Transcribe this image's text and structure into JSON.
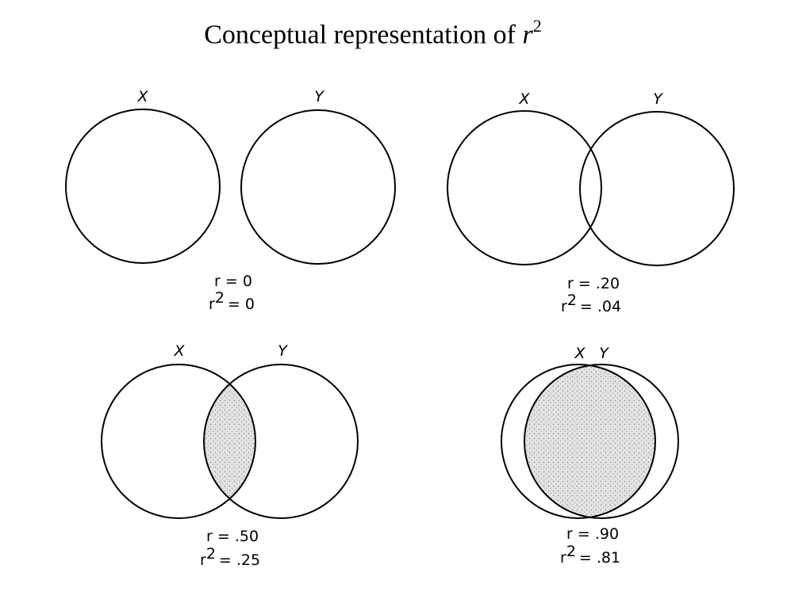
{
  "title": {
    "prefix": "Conceptual representation of",
    "var": "r",
    "exp": "2"
  },
  "panels": [
    {
      "x_label": "X",
      "y_label": "Y",
      "r_var": "r",
      "r_eq": "= 0",
      "r2_var": "r",
      "r2_exp": "2",
      "r2_eq": "= 0",
      "r": 0,
      "r_squared": 0
    },
    {
      "x_label": "X",
      "y_label": "Y",
      "r_var": "r",
      "r_eq": "= .20",
      "r2_var": "r",
      "r2_exp": "2",
      "r2_eq": "= .04",
      "r": 0.2,
      "r_squared": 0.04
    },
    {
      "x_label": "X",
      "y_label": "Y",
      "r_var": "r",
      "r_eq": "= .50",
      "r2_var": "r",
      "r2_exp": "2",
      "r2_eq": "= .25",
      "r": 0.5,
      "r_squared": 0.25
    },
    {
      "x_label": "X",
      "y_label": "Y",
      "r_var": "r",
      "r_eq": "= .90",
      "r2_var": "r",
      "r2_exp": "2",
      "r2_eq": "= .81",
      "r": 0.9,
      "r_squared": 0.81
    }
  ],
  "colors": {
    "overlap_fill": "#d4d4d4",
    "stroke": "#000000"
  }
}
